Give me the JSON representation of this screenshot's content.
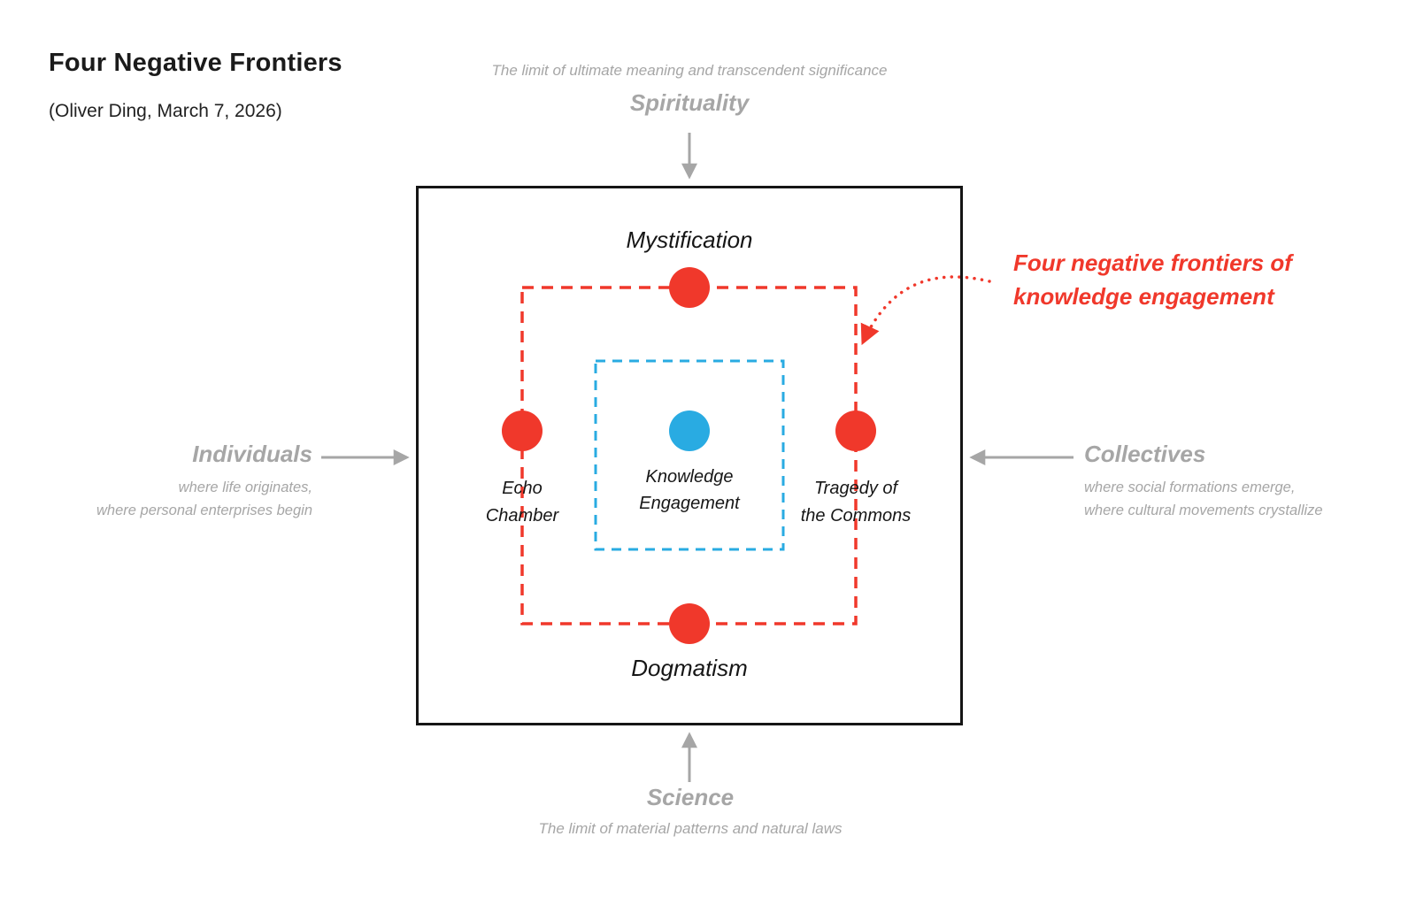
{
  "header": {
    "title": "Four Negative Frontiers",
    "subtitle": "(Oliver Ding, March 7, 2026)"
  },
  "axes": {
    "top": {
      "description": "The limit of ultimate meaning and transcendent significance",
      "label": "Spirituality"
    },
    "bottom": {
      "label": "Science",
      "description": "The limit of material patterns and natural laws"
    },
    "left": {
      "label": "Individuals",
      "description_line1": "where life originates,",
      "description_line2": "where personal enterprises begin"
    },
    "right": {
      "label": "Collectives",
      "description_line1": "where social formations emerge,",
      "description_line2": "where cultural movements crystallize"
    }
  },
  "frontiers": {
    "top": "Mystification",
    "bottom": "Dogmatism",
    "left_line1": "Echo",
    "left_line2": "Chamber",
    "right_line1": "Tragedy of",
    "right_line2": "the Commons"
  },
  "center": {
    "line1": "Knowledge",
    "line2": "Engagement"
  },
  "annotation": {
    "line1": "Four negative frontiers of",
    "line2": "knowledge engagement"
  },
  "colors": {
    "red": "#f0382b",
    "blue": "#29abe2",
    "gray": "#a6a6a6",
    "ink": "#1b1b1b"
  }
}
